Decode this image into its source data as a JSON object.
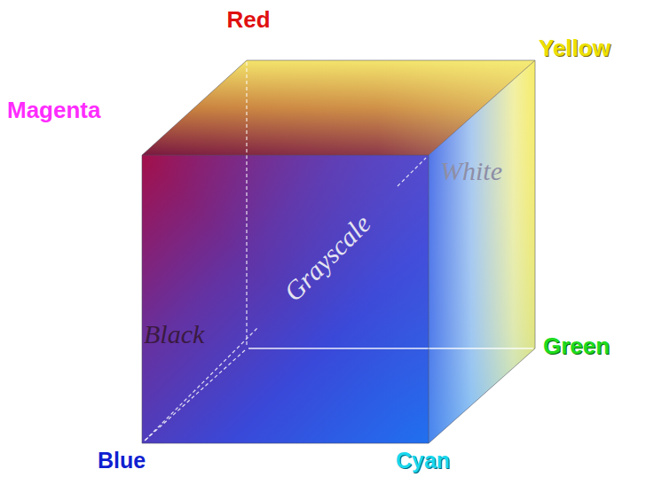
{
  "diagram": {
    "labels": [
      "Red",
      "Yellow",
      "Magenta",
      "White",
      "Grayscale",
      "Black",
      "Green",
      "Blue",
      "Cyan"
    ]
  }
}
